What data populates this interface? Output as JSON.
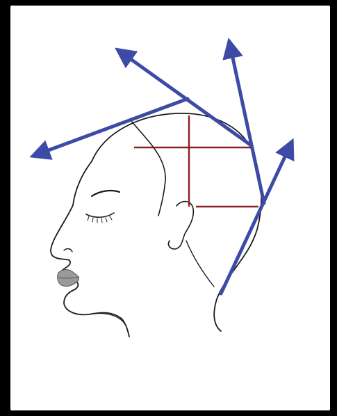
{
  "colors": {
    "background": "#000000",
    "panel": "#ffffff",
    "outline": "#1a1a1a",
    "section_lines": "#8b1e1e",
    "elevation_arrows": "#3d4aa6",
    "lips": "#9a9a9a"
  },
  "figure": {
    "subject": "head-profile",
    "section_count": 4,
    "elevation_arrow_count": 4
  }
}
